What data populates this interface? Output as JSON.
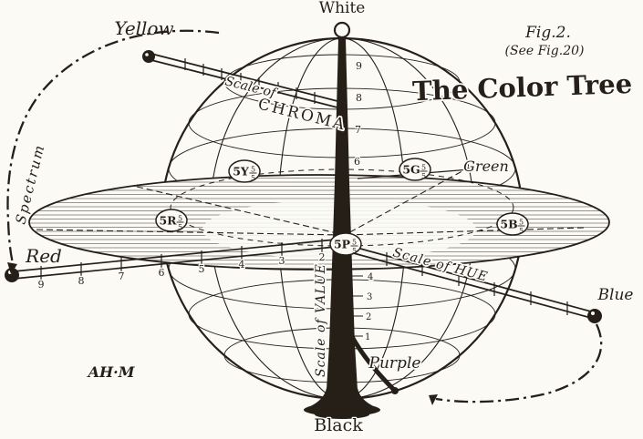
{
  "figure": {
    "fig_label": "Fig.2.",
    "fig_note": "(See Fig.20)",
    "title": "The Color Tree",
    "monogram": "AH·M"
  },
  "poles": {
    "top": "White",
    "bottom": "Black"
  },
  "hue_labels": {
    "yellow": "Yellow",
    "red": "Red",
    "green": "Green",
    "blue": "Blue",
    "purple": "Purple"
  },
  "scales": {
    "chroma_prefix": "Scale of",
    "chroma_word": "CHROMA",
    "value": "Scale of VALUE",
    "hue": "Scale of HUE",
    "spectrum": "Spectrum"
  },
  "hue_badges": [
    {
      "label": "5Y",
      "num": "5",
      "den": "5"
    },
    {
      "label": "5G",
      "num": "5",
      "den": "5"
    },
    {
      "label": "5R",
      "num": "5",
      "den": "5"
    },
    {
      "label": "5B",
      "num": "5",
      "den": "5"
    },
    {
      "label": "5P",
      "num": "5",
      "den": "5"
    }
  ],
  "red_arm_ticks": [
    "9",
    "8",
    "7",
    "6",
    "5",
    "4",
    "3",
    "2"
  ],
  "value_ticks_upper": [
    "9",
    "8",
    "7",
    "6"
  ],
  "value_ticks_lower": [
    "4",
    "3",
    "2",
    "1"
  ],
  "colors": {
    "ink": "#251f18",
    "paper": "#fbfaf5"
  }
}
